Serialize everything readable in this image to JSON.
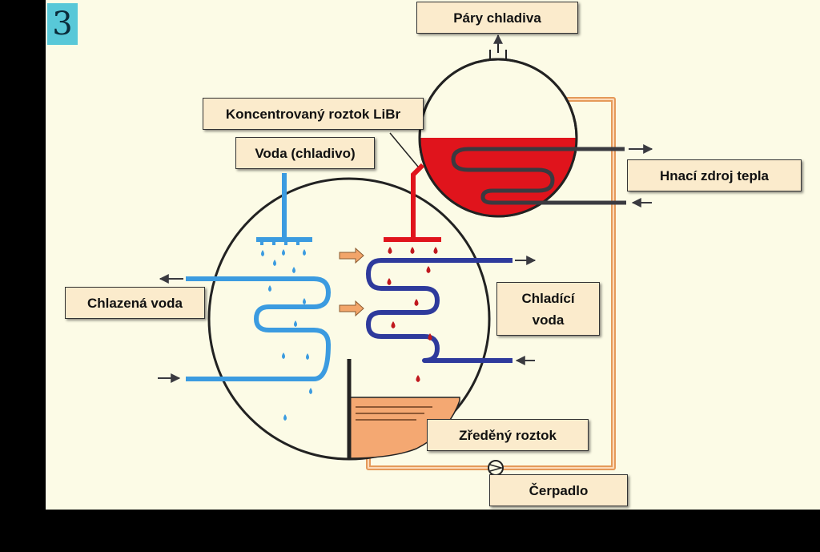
{
  "badge_number": "3",
  "labels": {
    "vapors": "Páry chladiva",
    "concentrated": "Koncentrovaný roztok LiBr",
    "water": "Voda (chladivo)",
    "heat_source": "Hnací zdroj tepla",
    "chilled_water": "Chlazená voda",
    "cooling_water_line1": "Chladící",
    "cooling_water_line2": "voda",
    "diluted": "Zředěný roztok",
    "pump": "Čerpadlo"
  },
  "colors": {
    "background": "#fcfbe6",
    "badge": "#58c8d8",
    "label_bg": "#fbebcc",
    "chilled_pipe": "#3b9be0",
    "cooling_pipe": "#2e3a9c",
    "libr_red": "#e0141c",
    "diluted_fill": "#f4a872",
    "orange_pipe": "#e59a5a",
    "dark_pipe": "#3a3a40"
  }
}
